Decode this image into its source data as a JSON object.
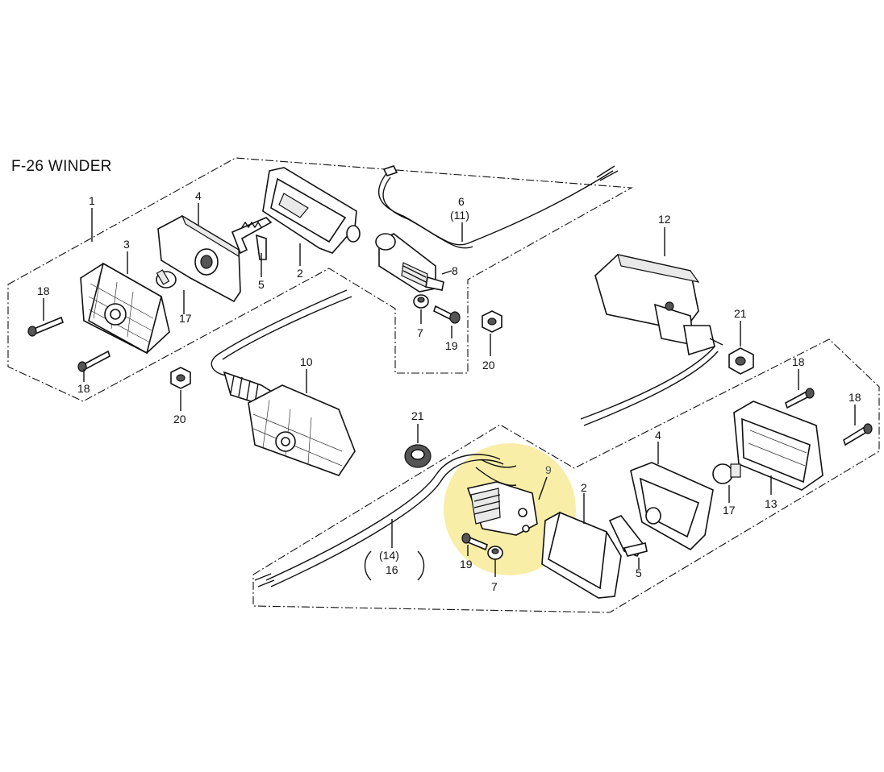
{
  "title": "F-26 WINDER",
  "highlight_color": "#f5e88a",
  "callouts": {
    "c1": "1",
    "c2a": "2",
    "c2b": "2",
    "c3": "3",
    "c4a": "4",
    "c4b": "4",
    "c5a": "5",
    "c5b": "5",
    "c6": "6",
    "c11": "(11)",
    "c7a": "7",
    "c7b": "7",
    "c8": "8",
    "c9": "9",
    "c10": "10",
    "c12": "12",
    "c13": "13",
    "c14": "(14)",
    "c16": "16",
    "c17a": "17",
    "c17b": "17",
    "c18a": "18",
    "c18b": "18",
    "c18c": "18",
    "c18d": "18",
    "c19a": "19",
    "c19b": "19",
    "c20a": "20",
    "c20b": "20",
    "c21a": "21",
    "c21b": "21"
  }
}
